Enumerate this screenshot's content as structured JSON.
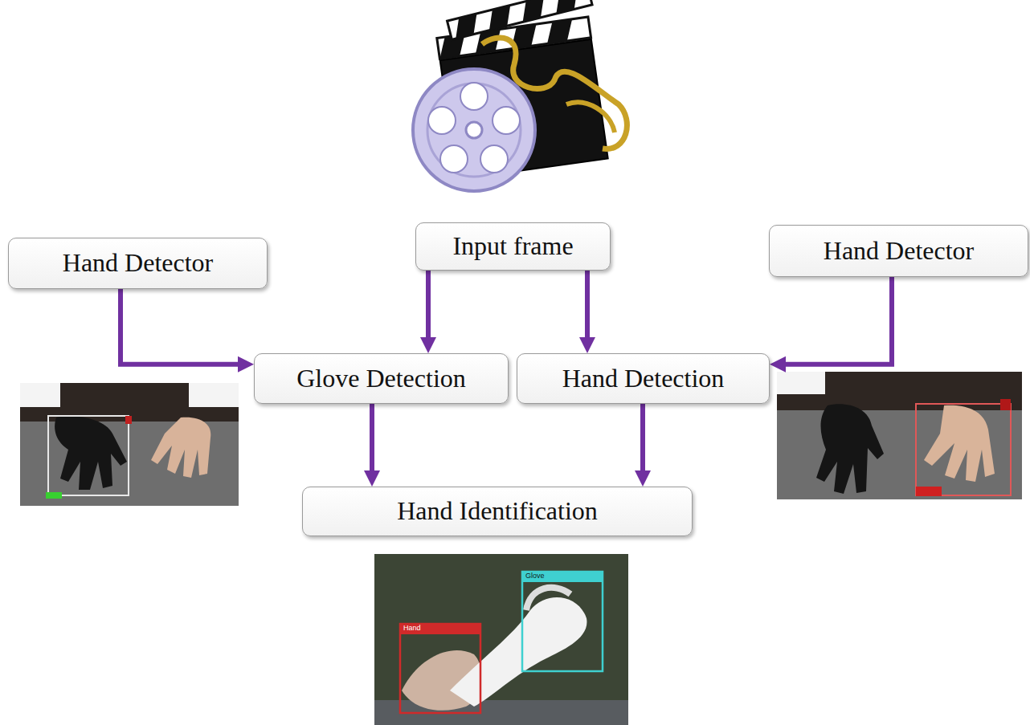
{
  "diagram": {
    "nodes": [
      {
        "text": [
          "Hand Detector"
        ]
      },
      {
        "text": [
          "Input frame"
        ]
      },
      {
        "text": [
          "Hand Detector"
        ]
      },
      {
        "text": [
          "Glove Detection"
        ]
      },
      {
        "text": [
          "Hand Detection"
        ]
      },
      {
        "text": [
          "Hand Identification"
        ]
      }
    ],
    "edges": [
      {
        "from": 0,
        "to": 3,
        "arrow": "to"
      },
      {
        "from": 1,
        "to": 3,
        "arrow": "to"
      },
      {
        "from": 1,
        "to": 4,
        "arrow": "to"
      },
      {
        "from": 2,
        "to": 4,
        "arrow": "to"
      },
      {
        "from": 3,
        "to": 5,
        "arrow": "to"
      },
      {
        "from": 4,
        "to": 5,
        "arrow": "to"
      }
    ],
    "labels": [
      "Hand",
      "Glove"
    ]
  }
}
